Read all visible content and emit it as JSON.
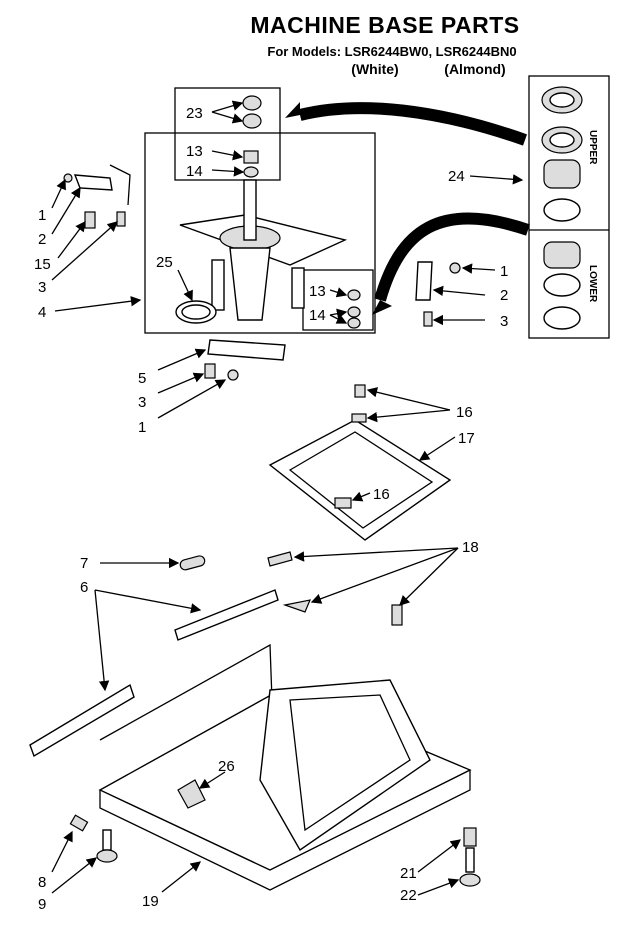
{
  "header": {
    "title": "MACHINE BASE PARTS",
    "models_line": "For Models: LSR6244BW0, LSR6244BN0",
    "color_white": "(White)",
    "color_almond": "(Almond)"
  },
  "inset_labels": {
    "upper": "UPPER",
    "lower": "LOWER"
  },
  "callouts": {
    "c1a": "1",
    "c2a": "2",
    "c15": "15",
    "c3a": "3",
    "c4": "4",
    "c25": "25",
    "c23": "23",
    "c13a": "13",
    "c14a": "14",
    "c24": "24",
    "c13b": "13",
    "c14b": "14",
    "c1b": "1",
    "c2b": "2",
    "c3b": "3",
    "c5": "5",
    "c3c": "3",
    "c1c": "1",
    "c16a": "16",
    "c17": "17",
    "c16b": "16",
    "c7": "7",
    "c18": "18",
    "c6": "6",
    "c26": "26",
    "c8": "8",
    "c9": "9",
    "c19": "19",
    "c21": "21",
    "c22": "22"
  },
  "colors": {
    "ink": "#000000",
    "paper": "#ffffff"
  }
}
